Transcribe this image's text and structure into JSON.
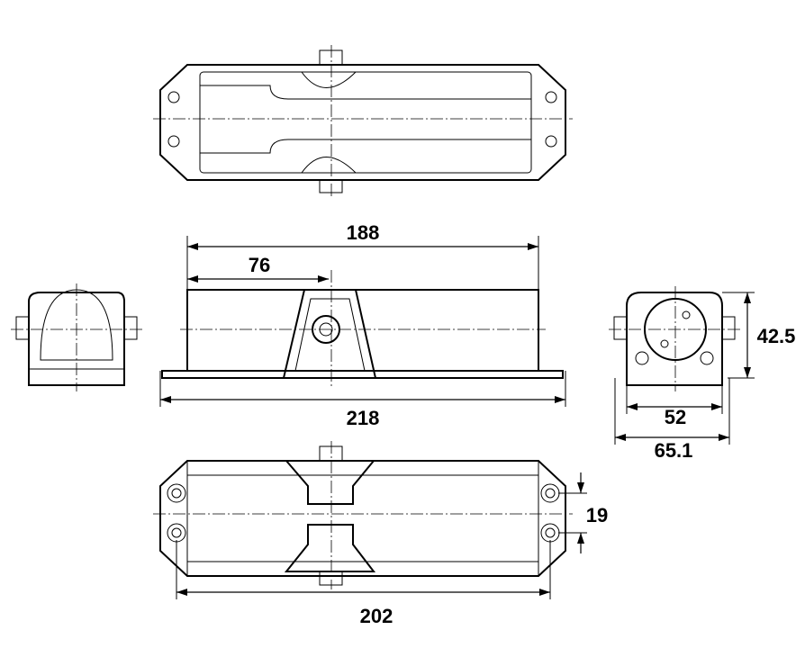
{
  "title": "Door closer dimension drawing",
  "dimensions": {
    "overall_length_top": "188",
    "arm_offset": "76",
    "base_length": "218",
    "height": "42.5",
    "body_width": "52",
    "base_width": "65.1",
    "hole_spacing": "19",
    "hole_span": "202"
  }
}
